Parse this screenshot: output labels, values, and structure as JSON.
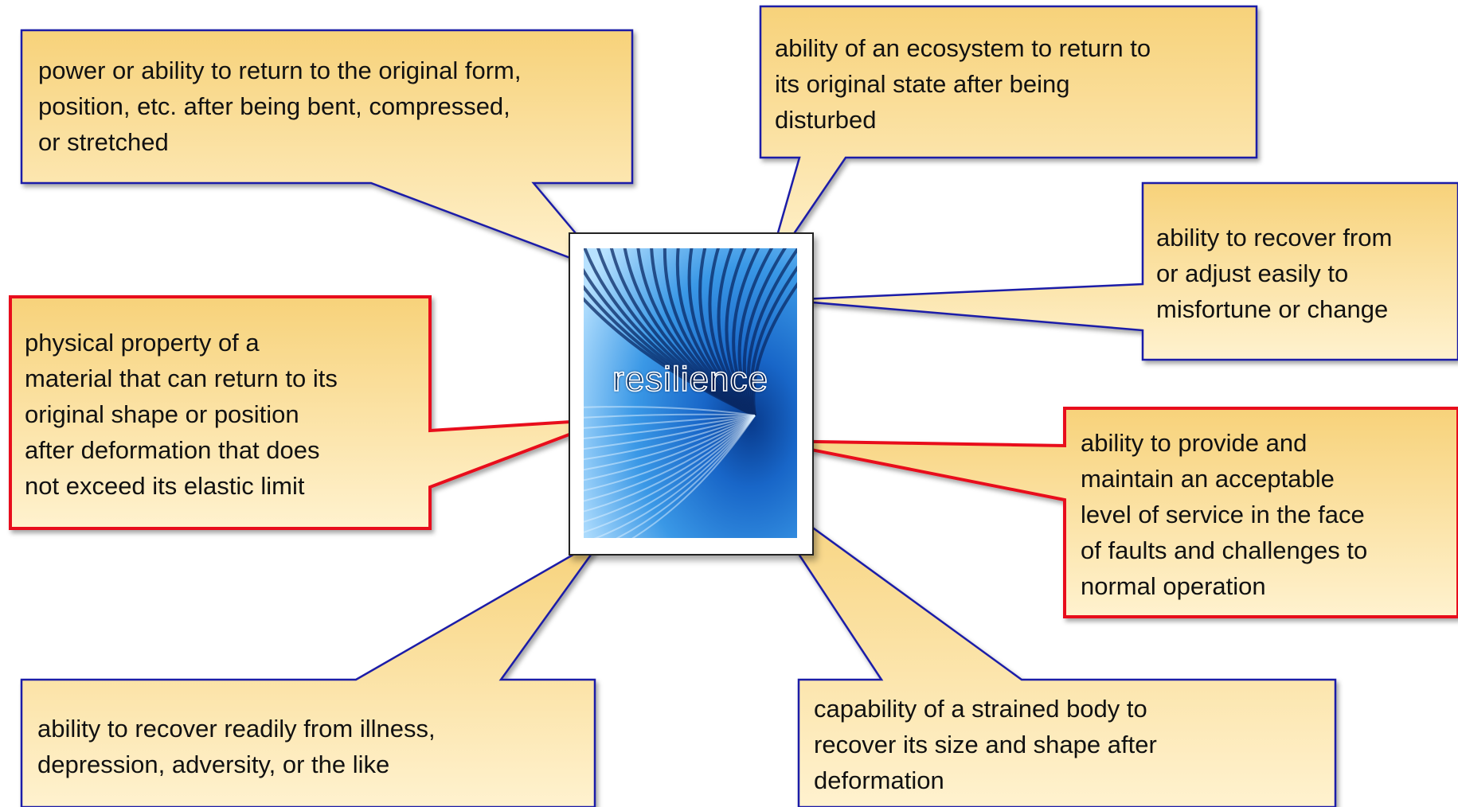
{
  "center": {
    "word": "resilience",
    "colors": {
      "tunnel_light": "#9fd6ff",
      "tunnel_mid": "#2d8fe0",
      "tunnel_dark": "#083a8c",
      "stripe": "#0a2a66"
    }
  },
  "callouts": [
    {
      "id": "top-left",
      "lines": [
        "power or ability to return to the original form,",
        "position, etc. after being bent, compressed,",
        "or stretched"
      ],
      "border": "#1b1fa8"
    },
    {
      "id": "top-right",
      "lines": [
        "ability of an ecosystem to return to",
        "its original state after being",
        "disturbed"
      ],
      "border": "#1b1fa8"
    },
    {
      "id": "right-upper",
      "lines": [
        "ability to recover from",
        "or adjust easily to",
        "misfortune or change"
      ],
      "border": "#1b1fa8"
    },
    {
      "id": "left-middle",
      "lines": [
        "physical property of a",
        "material that can return to its",
        "original shape or position",
        "after deformation that does",
        "not exceed its elastic limit"
      ],
      "border": "#e8101a"
    },
    {
      "id": "right-lower",
      "lines": [
        "ability to provide and",
        "maintain an acceptable",
        "level of service in the face",
        "of faults and challenges to",
        "normal operation"
      ],
      "border": "#e8101a"
    },
    {
      "id": "bottom-left",
      "lines": [
        "ability to recover readily from illness,",
        "depression, adversity, or the like"
      ],
      "border": "#1b1fa8"
    },
    {
      "id": "bottom-right",
      "lines": [
        "capability of a strained body to",
        "recover its size and shape after",
        "deformation"
      ],
      "border": "#1b1fa8"
    }
  ],
  "fill": {
    "light": "#fff2cf",
    "dark": "#f7d27a"
  }
}
